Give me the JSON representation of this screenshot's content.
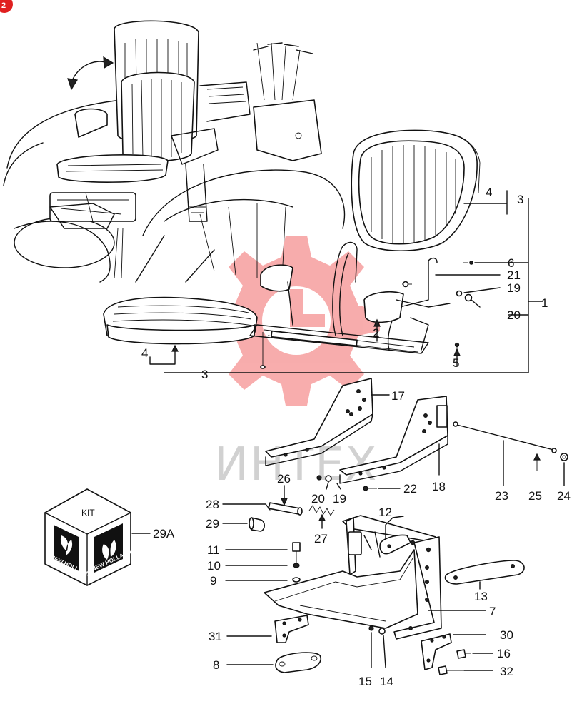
{
  "page_badge": "2",
  "watermark": "ИНТЕХ",
  "kit_box": {
    "title": "KIT",
    "brand": "NEW HOLLAND"
  },
  "labels": [
    {
      "id": "lbl-1",
      "text": "1"
    },
    {
      "id": "lbl-2",
      "text": "2"
    },
    {
      "id": "lbl-3a",
      "text": "3"
    },
    {
      "id": "lbl-3b",
      "text": "3"
    },
    {
      "id": "lbl-4a",
      "text": "4"
    },
    {
      "id": "lbl-4b",
      "text": "4"
    },
    {
      "id": "lbl-5",
      "text": "5"
    },
    {
      "id": "lbl-6",
      "text": "6"
    },
    {
      "id": "lbl-7",
      "text": "7"
    },
    {
      "id": "lbl-8",
      "text": "8"
    },
    {
      "id": "lbl-9",
      "text": "9"
    },
    {
      "id": "lbl-10",
      "text": "10"
    },
    {
      "id": "lbl-11",
      "text": "11"
    },
    {
      "id": "lbl-12",
      "text": "12"
    },
    {
      "id": "lbl-13",
      "text": "13"
    },
    {
      "id": "lbl-14",
      "text": "14"
    },
    {
      "id": "lbl-15",
      "text": "15"
    },
    {
      "id": "lbl-16",
      "text": "16"
    },
    {
      "id": "lbl-17",
      "text": "17"
    },
    {
      "id": "lbl-18",
      "text": "18"
    },
    {
      "id": "lbl-19a",
      "text": "19"
    },
    {
      "id": "lbl-19b",
      "text": "19"
    },
    {
      "id": "lbl-20a",
      "text": "20"
    },
    {
      "id": "lbl-20b",
      "text": "20"
    },
    {
      "id": "lbl-21",
      "text": "21"
    },
    {
      "id": "lbl-22",
      "text": "22"
    },
    {
      "id": "lbl-23",
      "text": "23"
    },
    {
      "id": "lbl-24",
      "text": "24"
    },
    {
      "id": "lbl-25",
      "text": "25"
    },
    {
      "id": "lbl-26",
      "text": "26"
    },
    {
      "id": "lbl-27",
      "text": "27"
    },
    {
      "id": "lbl-28",
      "text": "28"
    },
    {
      "id": "lbl-29",
      "text": "29"
    },
    {
      "id": "lbl-29a",
      "text": "29A"
    },
    {
      "id": "lbl-30",
      "text": "30"
    },
    {
      "id": "lbl-31",
      "text": "31"
    },
    {
      "id": "lbl-32",
      "text": "32"
    }
  ],
  "colors": {
    "badge": "#e02020",
    "watermark_gear": "#f26a6a",
    "ink": "#111111"
  }
}
